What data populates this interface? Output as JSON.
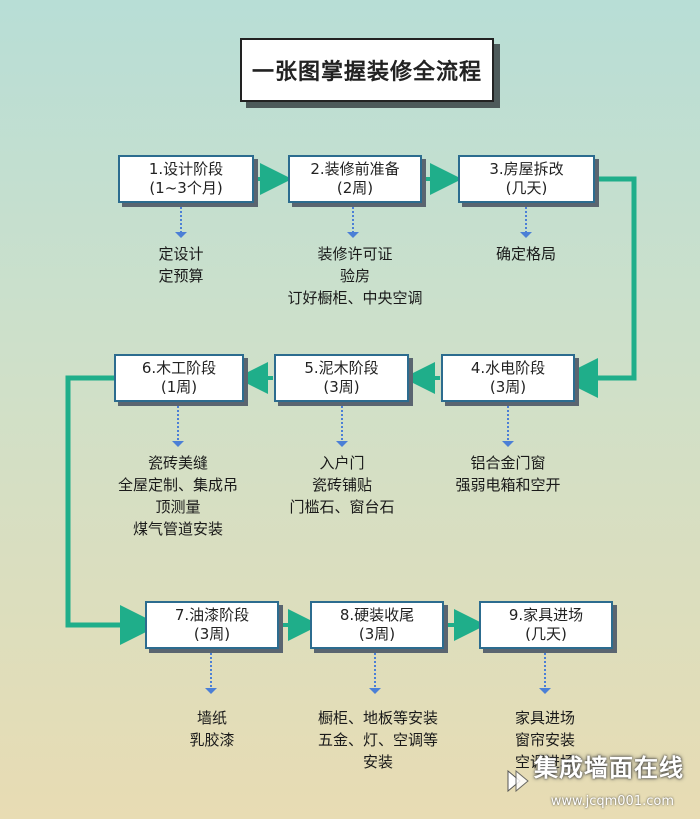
{
  "title": "一张图掌握装修全流程",
  "stages": [
    {
      "name": "1.设计阶段",
      "duration": "(1~3个月)",
      "notes": [
        "定设计",
        "定预算"
      ]
    },
    {
      "name": "2.装修前准备",
      "duration": "(2周)",
      "notes": [
        "装修许可证",
        "验房",
        "订好橱柜、中央空调"
      ]
    },
    {
      "name": "3.房屋拆改",
      "duration": "(几天)",
      "notes": [
        "确定格局"
      ]
    },
    {
      "name": "4.水电阶段",
      "duration": "(3周)",
      "notes": [
        "铝合金门窗",
        "强弱电箱和空开"
      ]
    },
    {
      "name": "5.泥木阶段",
      "duration": "(3周)",
      "notes": [
        "入户门",
        "瓷砖铺贴",
        "门槛石、窗台石"
      ]
    },
    {
      "name": "6.木工阶段",
      "duration": "(1周)",
      "notes": [
        "瓷砖美缝",
        "全屋定制、集成吊",
        "顶测量",
        "煤气管道安装"
      ]
    },
    {
      "name": "7.油漆阶段",
      "duration": "(3周)",
      "notes": [
        "墙纸",
        "乳胶漆"
      ]
    },
    {
      "name": "8.硬装收尾",
      "duration": "(3周)",
      "notes": [
        "橱柜、地板等安装",
        "五金、灯、空调等",
        "安装"
      ]
    },
    {
      "name": "9.家具进场",
      "duration": "(几天)",
      "notes": [
        "家具进场",
        "窗帘安装",
        "空调进场"
      ]
    }
  ],
  "watermark": {
    "brand": "集成墙面在线",
    "url": "www.jcqm001.com"
  },
  "colors": {
    "box_border": "#2c6c8f",
    "connector": "#1fae8a",
    "dotted_arrow": "#4b7fd6"
  }
}
